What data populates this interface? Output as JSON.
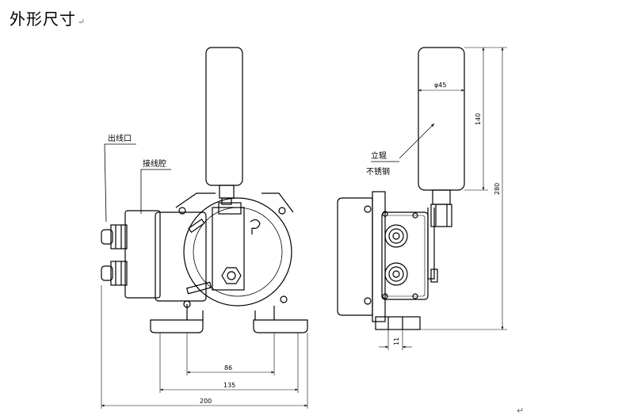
{
  "title": "外形尺寸",
  "para_mark": "↵",
  "labels": {
    "outlet": "出线口",
    "junction": "接线腔",
    "roller": "立辊",
    "material": "不锈钢"
  },
  "dimensions": {
    "d86": "86",
    "d135": "135",
    "d200": "200",
    "d11": "11",
    "phi45": "φ45",
    "d140": "140",
    "d280": "280"
  }
}
